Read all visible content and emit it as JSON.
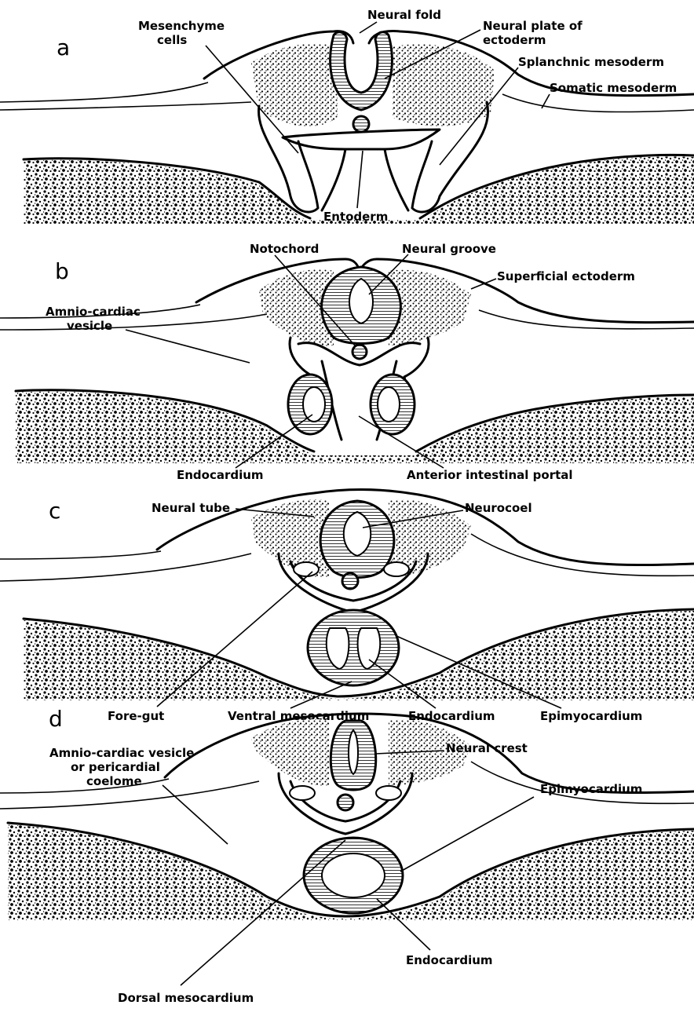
{
  "panels": [
    {
      "letter": "a",
      "labels": {
        "neural_fold": "Neural fold",
        "mesenchyme_1": "Mesenchyme",
        "mesenchyme_2": "cells",
        "neural_plate_1": "Neural plate of",
        "neural_plate_2": "ectoderm",
        "splanchnic": "Splanchnic mesoderm",
        "somatic": "Somatic mesoderm",
        "entoderm": "Entoderm"
      }
    },
    {
      "letter": "b",
      "labels": {
        "notochord": "Notochord",
        "neural_groove": "Neural groove",
        "superficial": "Superficial ectoderm",
        "amnio_1": "Amnio-cardiac",
        "amnio_2": "vesicle",
        "endocardium": "Endocardium",
        "anterior_portal": "Anterior intestinal portal"
      }
    },
    {
      "letter": "c",
      "labels": {
        "neural_tube": "Neural tube",
        "neurocoel": "Neurocoel",
        "fore_gut": "Fore-gut",
        "ventral_meso": "Ventral mesocardium",
        "endocardium": "Endocardium",
        "epimyocardium": "Epimyocardium"
      }
    },
    {
      "letter": "d",
      "labels": {
        "amnio_1": "Amnio-cardiac vesicle",
        "amnio_2": "or pericardial",
        "amnio_3": "coelome",
        "neural_crest": "Neural crest",
        "epimyocardium": "Epimyocardium",
        "endocardium": "Endocardium",
        "dorsal_meso": "Dorsal mesocardium"
      }
    }
  ]
}
